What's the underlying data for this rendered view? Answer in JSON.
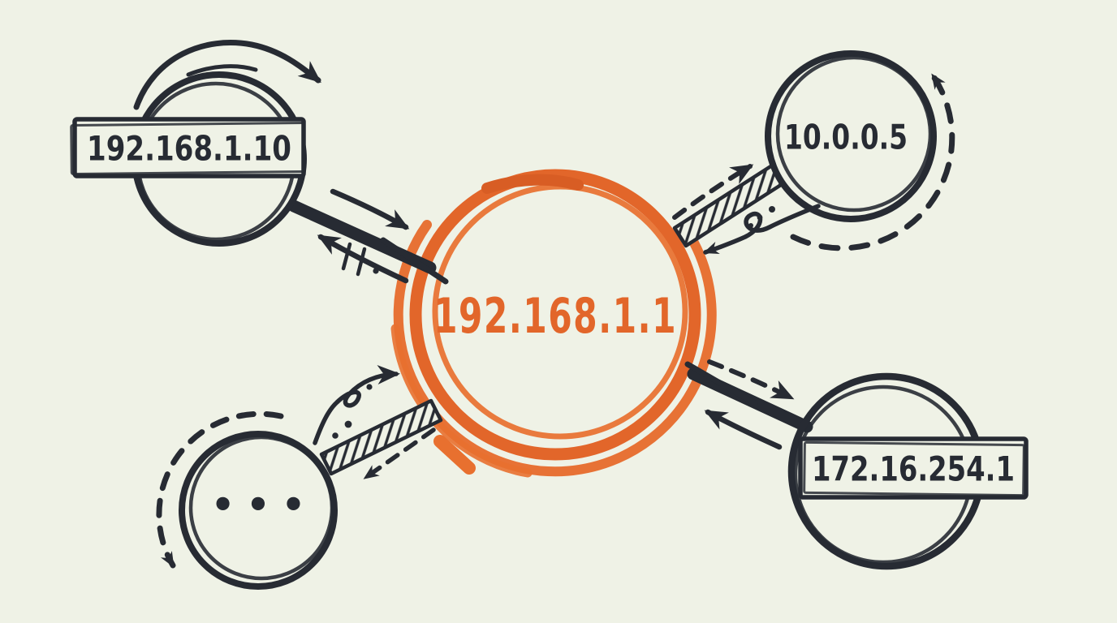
{
  "diagram": {
    "type": "network-sketch",
    "background_color": "#eff2e6",
    "ink_color": "#272b33",
    "accent_color": "#e2662a",
    "center": {
      "label": "192.168.1.1"
    },
    "nodes": [
      {
        "position": "top-left",
        "label": "192.168.1.10",
        "boxed": true
      },
      {
        "position": "top-right",
        "label": "10.0.0.5",
        "boxed": false
      },
      {
        "position": "bottom-left",
        "label": "•••",
        "boxed": false
      },
      {
        "position": "bottom-right",
        "label": "172.16.254.1",
        "boxed": true
      }
    ],
    "connectors": [
      {
        "from": "top-left",
        "to": "center",
        "style": "solid-band, two arrows"
      },
      {
        "from": "top-right",
        "to": "center",
        "style": "hatched-band, dashed arrow out, curly arrow in"
      },
      {
        "from": "bottom-left",
        "to": "center",
        "style": "hatched-band, curly arrow out, dashed arrow in"
      },
      {
        "from": "bottom-right",
        "to": "center",
        "style": "solid-band, dashed arrow out, solid arrow in"
      }
    ]
  }
}
